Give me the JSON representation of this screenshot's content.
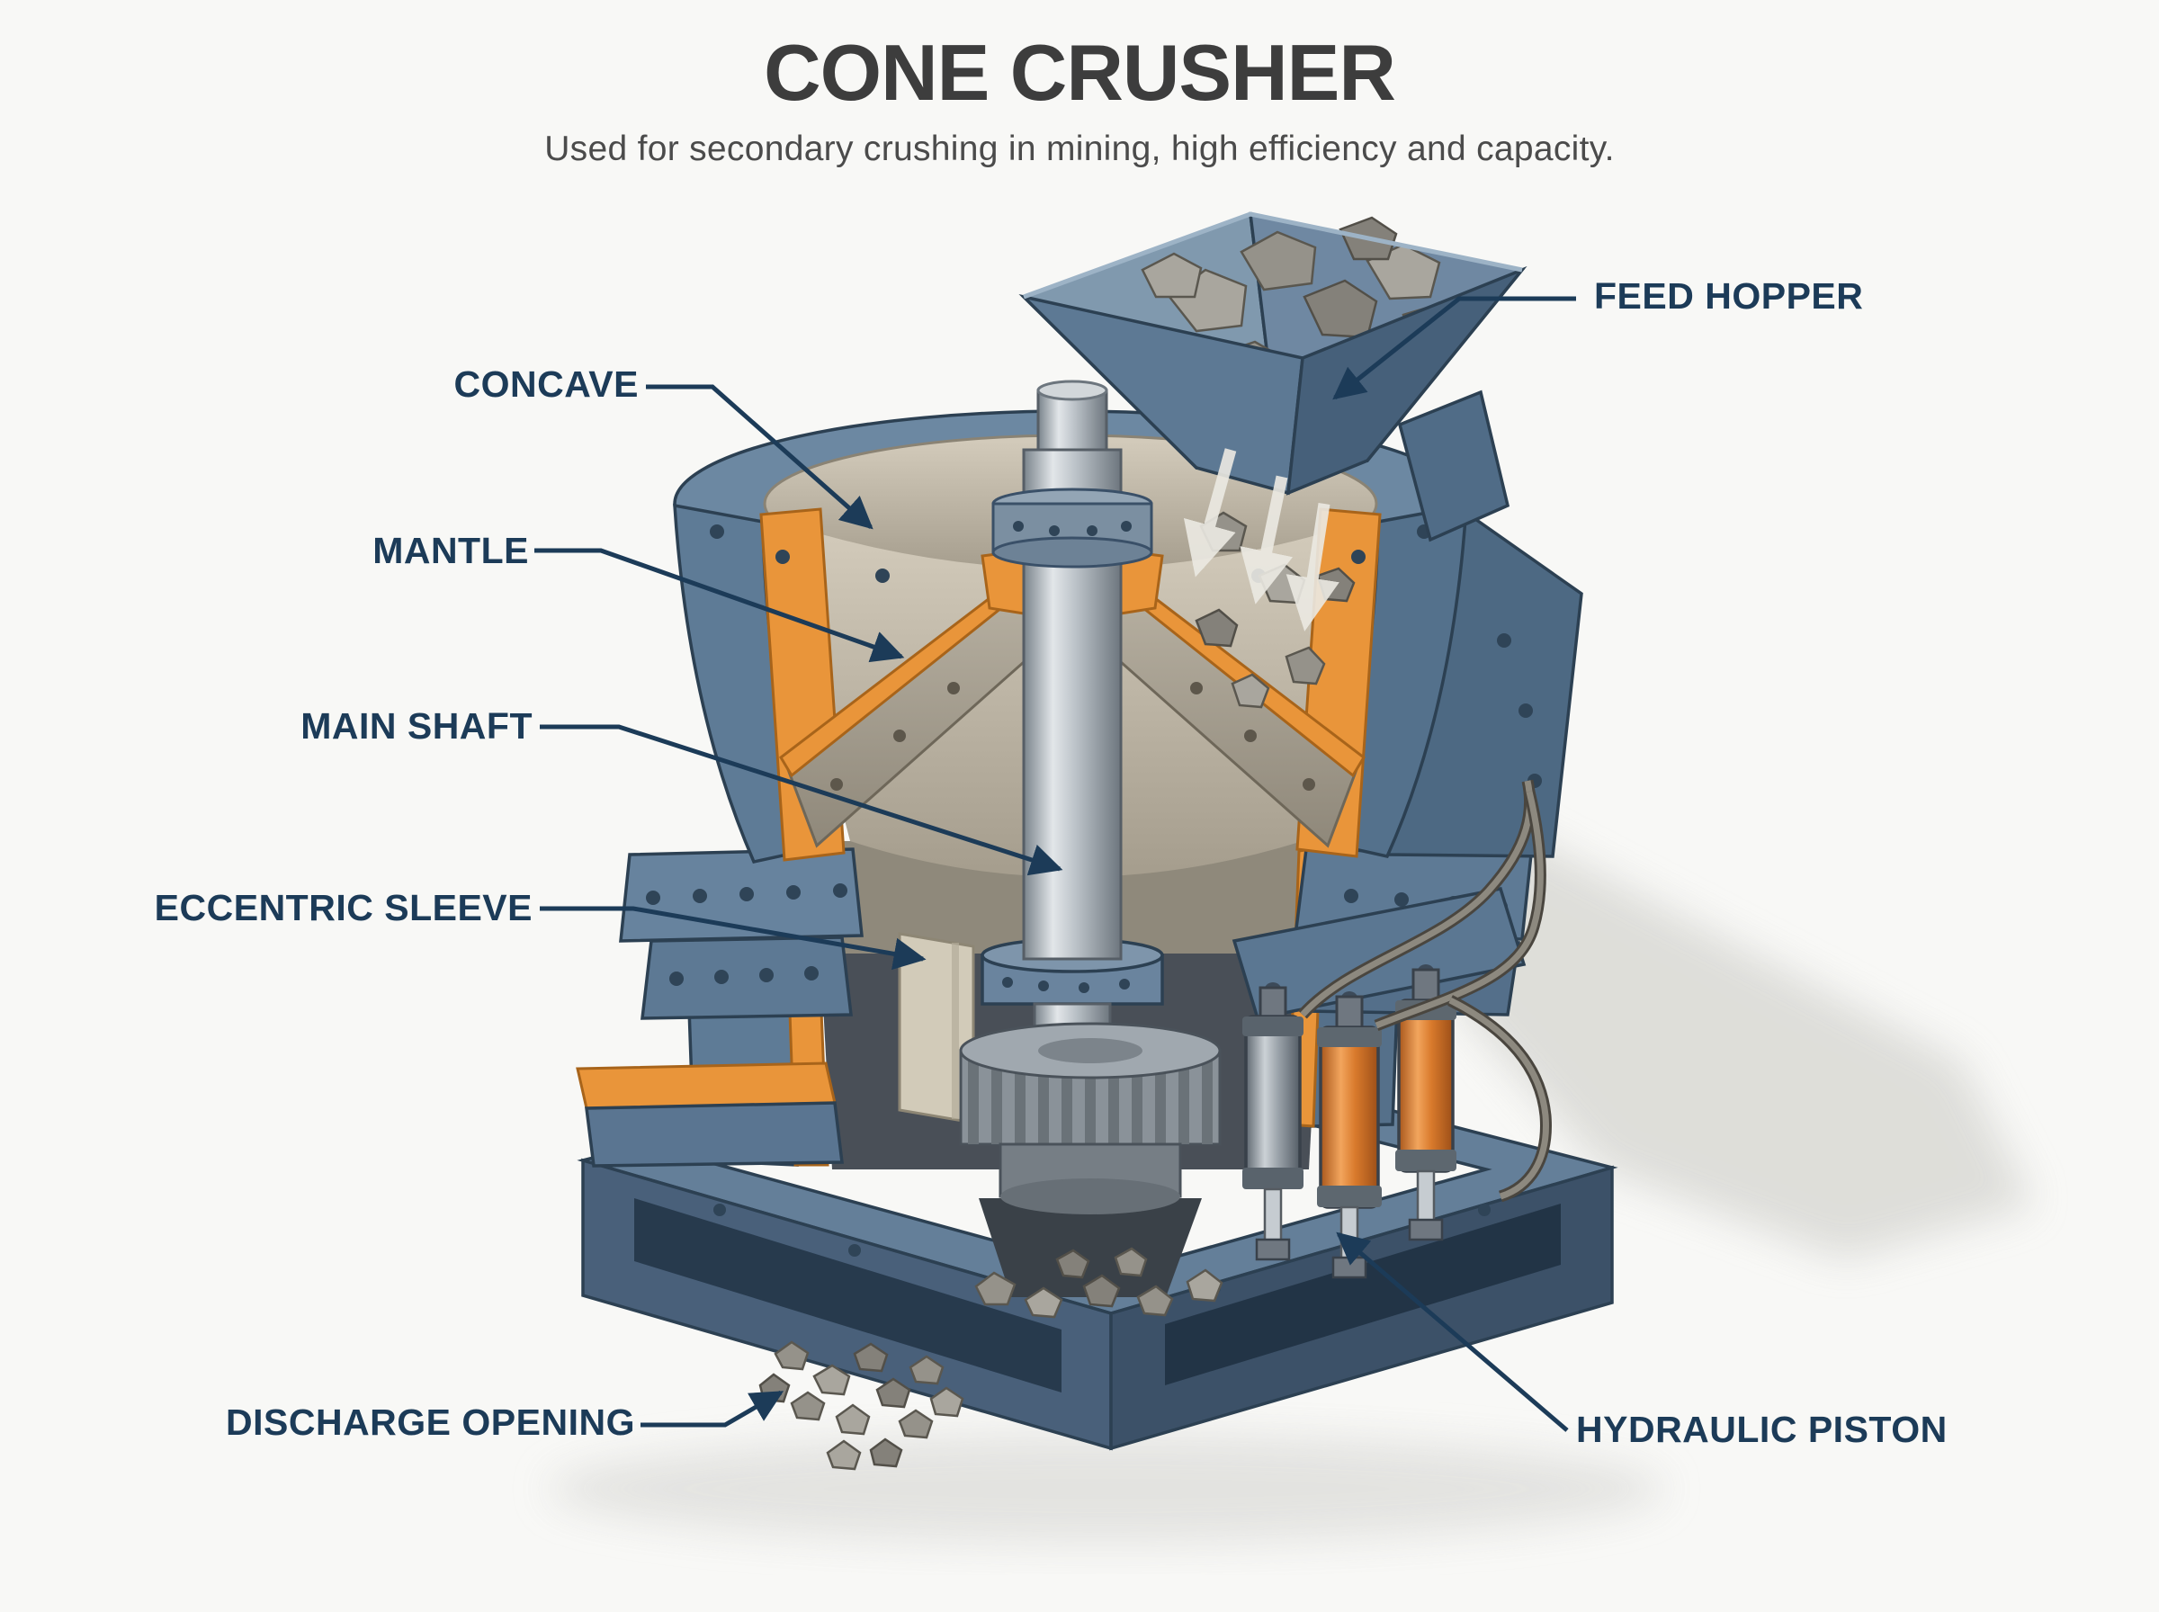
{
  "title": "CONE CRUSHER",
  "subtitle": "Used for secondary crushing in mining, high efficiency and capacity.",
  "labels": {
    "concave": "CONCAVE",
    "mantle": "MANTLE",
    "main_shaft": "MAIN SHAFT",
    "eccentric_sleeve": "ECCENTRIC SLEEVE",
    "discharge_opening": "DISCHARGE OPENING",
    "feed_hopper": "FEED HOPPER",
    "hydraulic_piston": "HYDRAULIC PISTON"
  },
  "colors": {
    "label": "#1c3b58",
    "title": "#3d3d3d",
    "subtitle": "#4b4b4b",
    "body_steel": "#64809b",
    "body_steel_dark": "#3c5269",
    "cut_orange": "#e9953a",
    "shaft_gray": "#aab2b9",
    "concave_inner": "#c7bfae",
    "rock_gray": "#95928a",
    "background": "#f8f8f6"
  }
}
